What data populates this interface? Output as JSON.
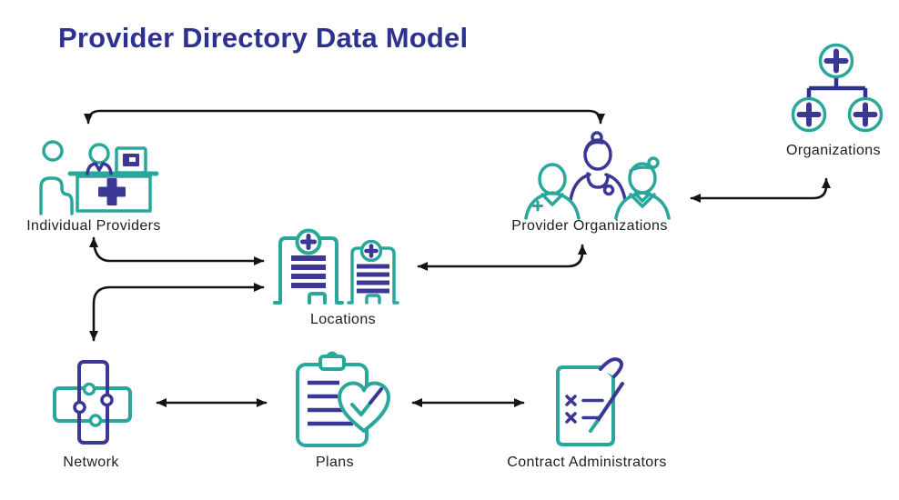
{
  "title": "Provider Directory Data Model",
  "colors": {
    "title": "#2d3190",
    "teal": "#29a79b",
    "purple": "#3b3794",
    "navy": "#2e3192",
    "arrow": "#141414",
    "label": "#1d1d1b",
    "background": "#ffffff"
  },
  "nodes": {
    "individual_providers": {
      "label": "Individual Providers",
      "icon": "reception-desk-icon"
    },
    "provider_organizations": {
      "label": "Provider Organizations",
      "icon": "medical-team-icon"
    },
    "organizations": {
      "label": "Organizations",
      "icon": "org-chart-icon"
    },
    "locations": {
      "label": "Locations",
      "icon": "hospital-buildings-icon"
    },
    "network": {
      "label": "Network",
      "icon": "network-cross-icon"
    },
    "plans": {
      "label": "Plans",
      "icon": "clipboard-heart-icon"
    },
    "contract_administrators": {
      "label": "Contract Administrators",
      "icon": "contract-pen-icon"
    }
  },
  "edges": [
    {
      "from": "Individual Providers",
      "to": "Provider Organizations",
      "bidirectional": true
    },
    {
      "from": "Individual Providers",
      "to": "Locations",
      "bidirectional": true
    },
    {
      "from": "Network",
      "to": "Locations",
      "bidirectional": true
    },
    {
      "from": "Locations",
      "to": "Provider Organizations",
      "bidirectional": true
    },
    {
      "from": "Provider Organizations",
      "to": "Organizations",
      "bidirectional": true
    },
    {
      "from": "Network",
      "to": "Plans",
      "bidirectional": true
    },
    {
      "from": "Plans",
      "to": "Contract Administrators",
      "bidirectional": true
    }
  ]
}
